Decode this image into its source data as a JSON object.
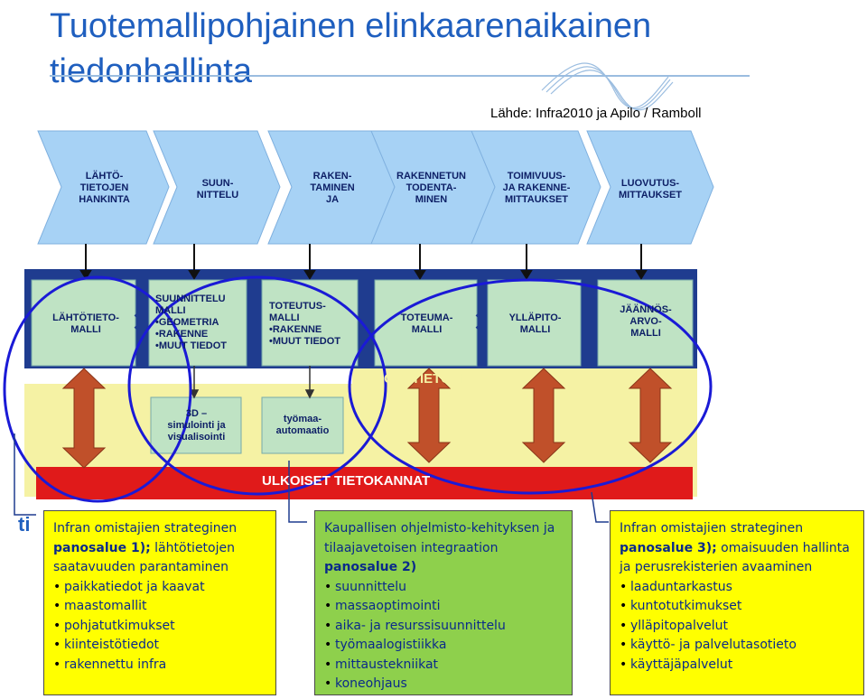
{
  "title": "Tuotemallipohjainen elinkaarenaikainen tiedonhallinta",
  "source": "Lähde: Infra2010 ja Apilo / Ramboll",
  "phases": [
    "LÄHTÖ-\nTIETOJEN\nHANKINTA",
    "SUUN-\nNITTELU",
    "RAKEN-\nTAMINEN\nJA",
    "RAKENNETUN\nTODENTA-\nMINEN",
    "TOIMIVUUS-\nJA RAKENNE-\nMITTAUKSET",
    "LUOVUTUS-\nMITTAUKSET"
  ],
  "models": [
    "LÄHTÖTIETO-\nMALLI",
    "SUUNNITTELU\nMALLI\n•GEOMETRIA\n•RAKENNE\n•MUUT TIEDOT",
    "TOTEUTUS-\nMALLI\n•RAKENNE\n•MUUT TIEDOT",
    "TOTEUMA-\nMALLI",
    "YLLÄPITO-\nMALLI",
    "JÄÄNNÖS-\nARVO-\nMALLI"
  ],
  "sub_boxes": [
    "3D –\nsimulointi ja\nvisualisointi",
    "työmaa-\nautomaatio"
  ],
  "product_model_label": "TUOTETIETOMALLI",
  "external_db_label": "ULKOISET TIETOKANNAT",
  "panels": {
    "left": {
      "intro": "Infran omistajien strateginen",
      "bold": "panosalue 1);",
      "rest": "lähtötietojen saatavuuden parantaminen",
      "items": [
        "paikkatiedot ja kaavat",
        "maastomallit",
        "pohjatutkimukset",
        "kiinteistötiedot",
        "rakennettu infra"
      ]
    },
    "middle": {
      "intro": "Kaupallisen ohjelmisto-kehityksen ja tilaajavetoisen integraation",
      "bold": "panosalue 2)",
      "items": [
        "suunnittelu",
        "massaoptimointi",
        "aika- ja resurssisuunnittelu",
        "työmaalogistiikka",
        "mittaustekniikat",
        "koneohjaus"
      ]
    },
    "right": {
      "intro": "Infran omistajien strateginen",
      "bold": "panosalue 3);",
      "rest": "omaisuuden hallinta ja perusrekisterien avaaminen",
      "items": [
        "laaduntarkastus",
        "kuntotutkimukset",
        "ylläpitopalvelut",
        "käyttö- ja palvelutasotieto",
        "käyttäjäpalvelut"
      ]
    }
  },
  "colors": {
    "title": "#1f5fbf",
    "chevron": "#a7d2f5",
    "model_box": "#bfe3c4",
    "band_dark": "#1f3c8f",
    "yellow_band": "#f5f2a4",
    "red_band": "#e01a1a",
    "arrow": "#c0502a",
    "circle": "#1a1ad6",
    "panel_yellow": "#ffff00",
    "panel_green": "#8ed04c"
  }
}
